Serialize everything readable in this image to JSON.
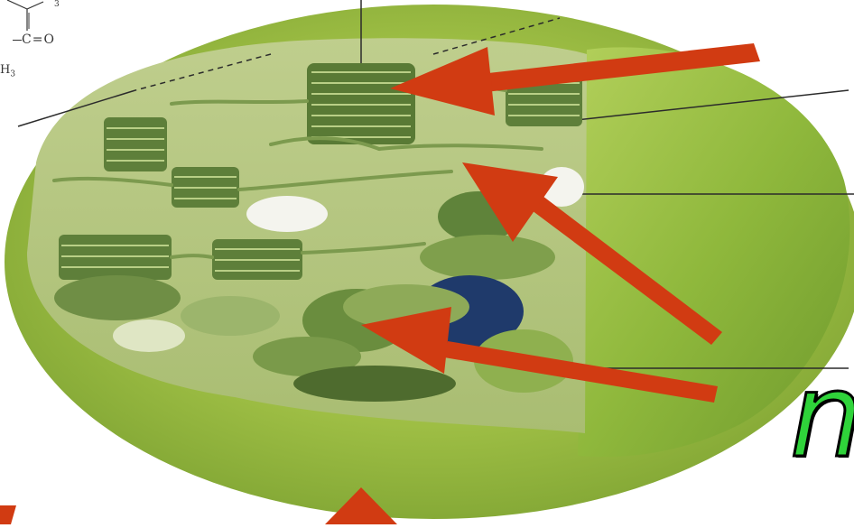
{
  "formula": {
    "subscript_top": "3",
    "carbonyl": "C=O",
    "methyl": "H",
    "methyl_sub": "3"
  },
  "caption_fragment": "n",
  "colors": {
    "arrow": "#d13b12",
    "outer_membrane": "#9fbf45",
    "stroma": "#b7c986",
    "thylakoid": "#5e7f3a",
    "dark_lumen": "#1f3a6b",
    "caption": "#2fd33a"
  },
  "arrows": [
    {
      "name": "arrow-to-granum-top"
    },
    {
      "name": "arrow-to-stroma-lamella"
    },
    {
      "name": "arrow-to-thylakoid-stack"
    },
    {
      "name": "arrow-to-outer-membrane"
    }
  ]
}
